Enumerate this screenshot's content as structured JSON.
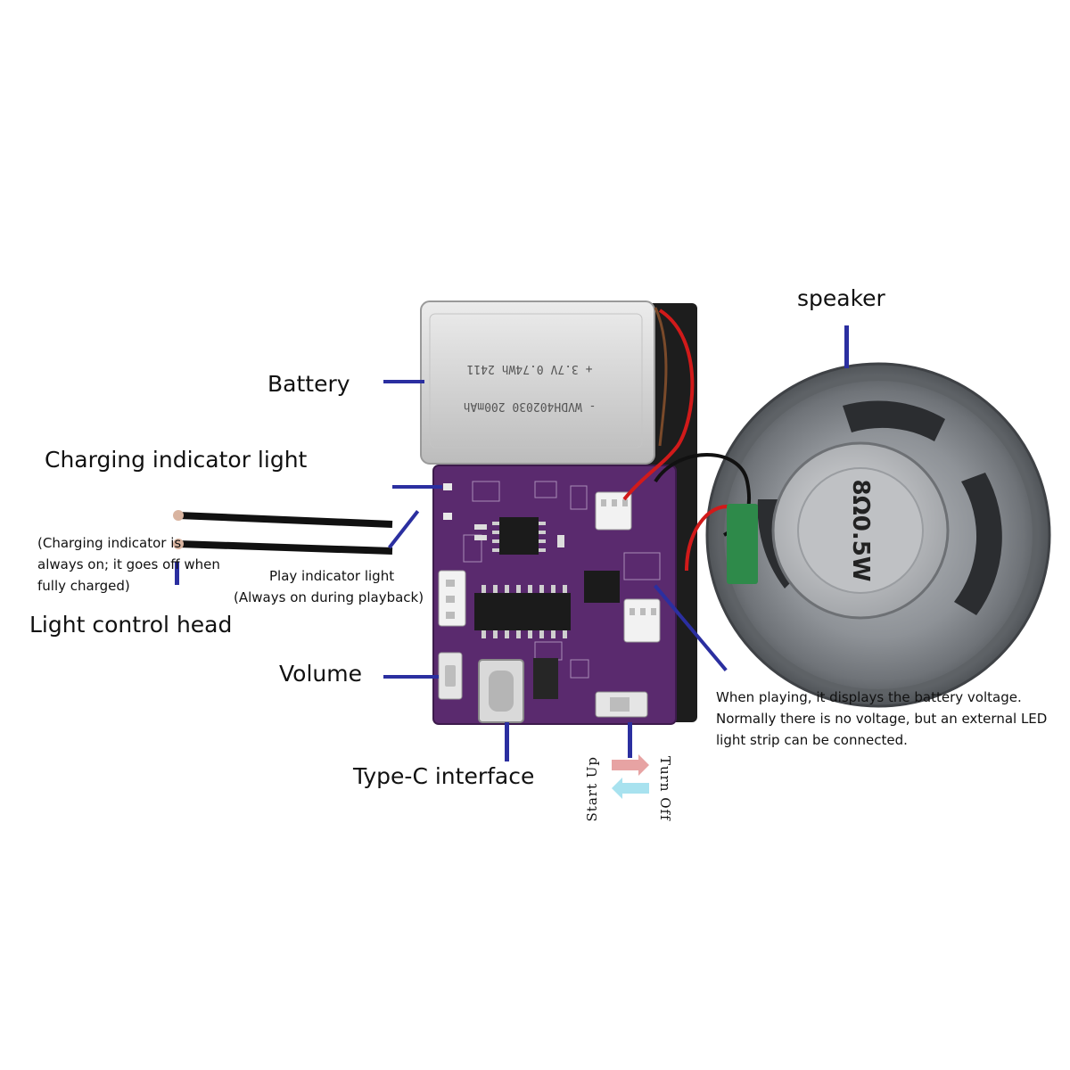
{
  "labels": {
    "speaker": "speaker",
    "battery": "Battery",
    "charging_indicator": "Charging indicator light",
    "charging_note": [
      "(Charging indicator is",
      "always on; it goes off when",
      "fully charged)"
    ],
    "play_indicator": "Play indicator light",
    "play_note": "(Always on during playback)",
    "light_control_head": "Light control head",
    "volume": "Volume",
    "type_c": "Type-C interface",
    "voltage_note": [
      "When playing, it displays the battery voltage.",
      "Normally there is no voltage, but an external LED",
      "light strip can be connected."
    ],
    "turn_off": "Turn Off",
    "start_up": "Start Up"
  },
  "battery_print": {
    "line1": "+ 3.7V 0.74Wh 2411",
    "line2": "- WVDH402030 200mAh"
  },
  "speaker_print": "8Ω0.5W",
  "colors": {
    "leader": "#2b2fa0",
    "pcb": "#5a2a6e",
    "battery": "#dcdcdc",
    "wire_red": "#d11a1a",
    "wire_black": "#1a1a1a"
  }
}
